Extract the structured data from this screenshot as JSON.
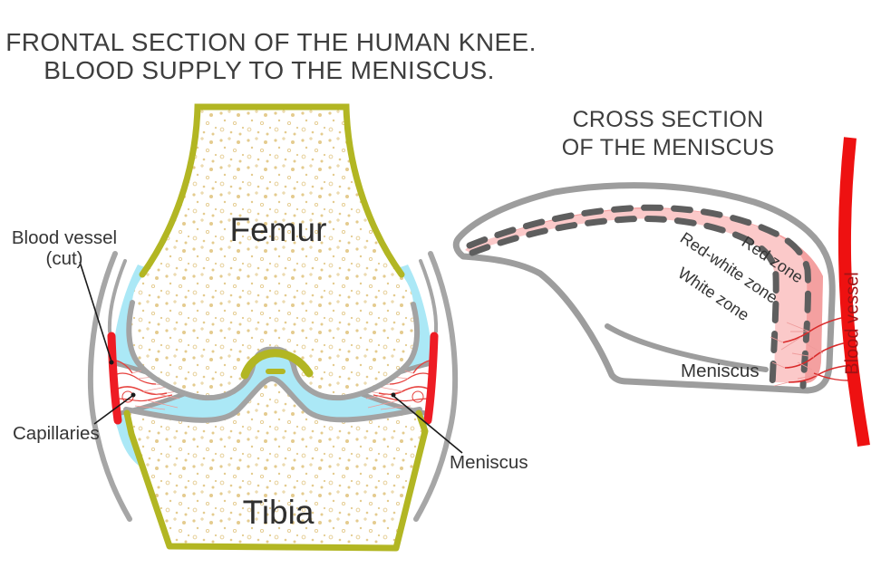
{
  "title": {
    "line1": "FRONTAL SECTION OF THE HUMAN KNEE.",
    "line2": "BLOOD SUPPLY TO THE MENISCUS."
  },
  "frontal_section": {
    "labels": {
      "femur": "Femur",
      "tibia": "Tibia",
      "blood_vessel_cut_line1": "Blood vessel",
      "blood_vessel_cut_line2": "(cut)",
      "capillaries": "Capillaries",
      "meniscus": "Meniscus"
    }
  },
  "cross_section": {
    "title_line1": "CROSS SECTION",
    "title_line2": "OF THE MENISCUS",
    "labels": {
      "red_zone": "Red zone",
      "red_white_zone": "Red-white zone",
      "white_zone": "White zone",
      "meniscus": "Meniscus",
      "blood_vessel": "Blood vessel"
    }
  },
  "colors": {
    "bone_outline_olive": "#b2b623",
    "bone_stipple_tan": "#e4cb8e",
    "outline_gray": "#9d9d9d",
    "synovial_fluid_cyan": "#abe8f6",
    "blood_vessel_red": "#ee1c24",
    "capillary_red": "#d92a2a",
    "red_zone_pink": "#f4a0a0",
    "red_white_zone_pink": "#fbc9c9",
    "zone_dash_gray": "#5e5e5e",
    "label_text_gray": "#3e3e3e",
    "blood_vessel_label_dark_red": "#a11315"
  }
}
